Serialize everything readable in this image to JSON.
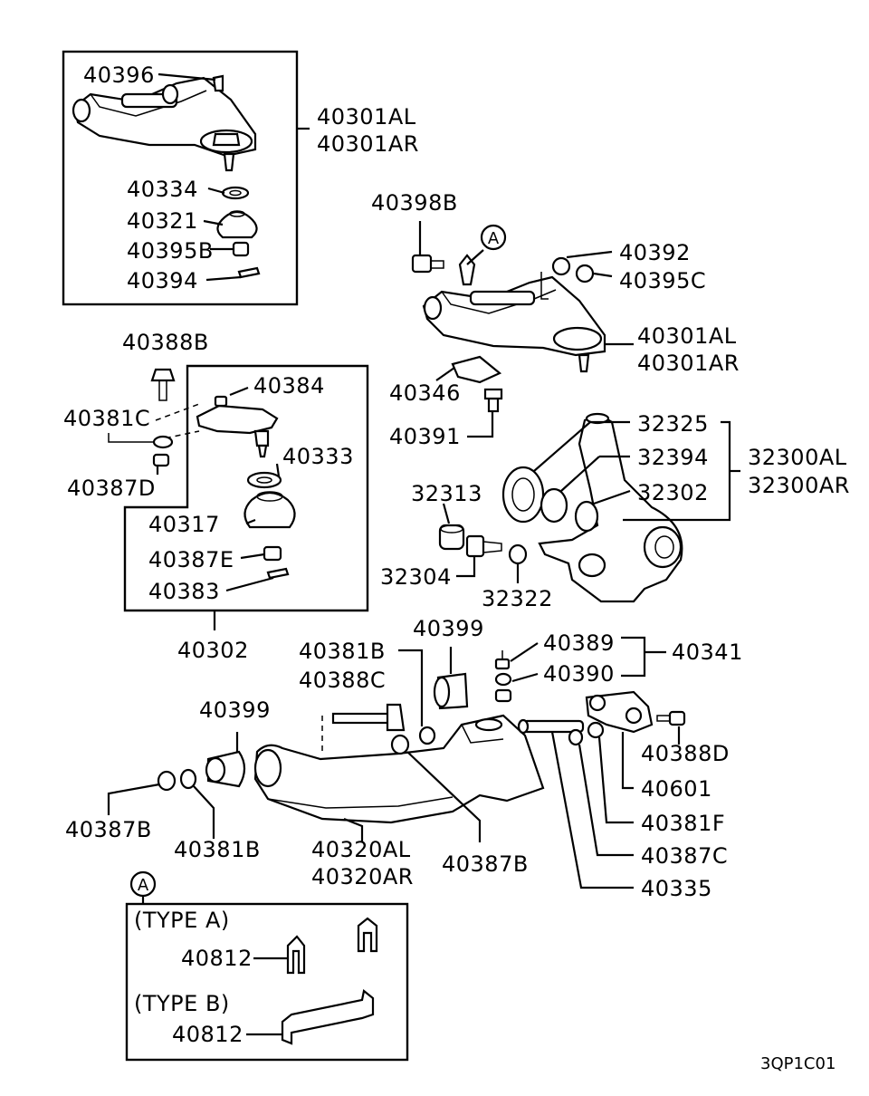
{
  "diagram": {
    "labels": {
      "p40396": "40396",
      "p40301AL_a": "40301AL",
      "p40301AR_a": "40301AR",
      "p40334": "40334",
      "p40321": "40321",
      "p40395B": "40395B",
      "p40394": "40394",
      "p40398B": "40398B",
      "p40392": "40392",
      "p40395C": "40395C",
      "p40301AL_b": "40301AL",
      "p40301AR_b": "40301AR",
      "p40346": "40346",
      "p40391": "40391",
      "p32325": "32325",
      "p32394": "32394",
      "p32302": "32302",
      "p32300AL": "32300AL",
      "p32300AR": "32300AR",
      "p32313": "32313",
      "p32304": "32304",
      "p32322": "32322",
      "p40388B": "40388B",
      "p40384": "40384",
      "p40381C": "40381C",
      "p40333": "40333",
      "p40387D": "40387D",
      "p40317": "40317",
      "p40387E": "40387E",
      "p40383": "40383",
      "p40302": "40302",
      "p40381B_a": "40381B",
      "p40388C": "40388C",
      "p40399_a": "40399",
      "p40389": "40389",
      "p40390": "40390",
      "p40341": "40341",
      "p40399_b": "40399",
      "p40388D": "40388D",
      "p40601": "40601",
      "p40381F": "40381F",
      "p40387C": "40387C",
      "p40335": "40335",
      "p40387B_a": "40387B",
      "p40381B_b": "40381B",
      "p40320AL": "40320AL",
      "p40320AR": "40320AR",
      "p40387B_b": "40387B",
      "circleA_1": "A",
      "circleA_2": "A",
      "typeA": "(TYPE  A)",
      "typeB": "(TYPE  B)",
      "p40812_a": "40812",
      "p40812_b": "40812",
      "code": "3QP1C01"
    }
  }
}
